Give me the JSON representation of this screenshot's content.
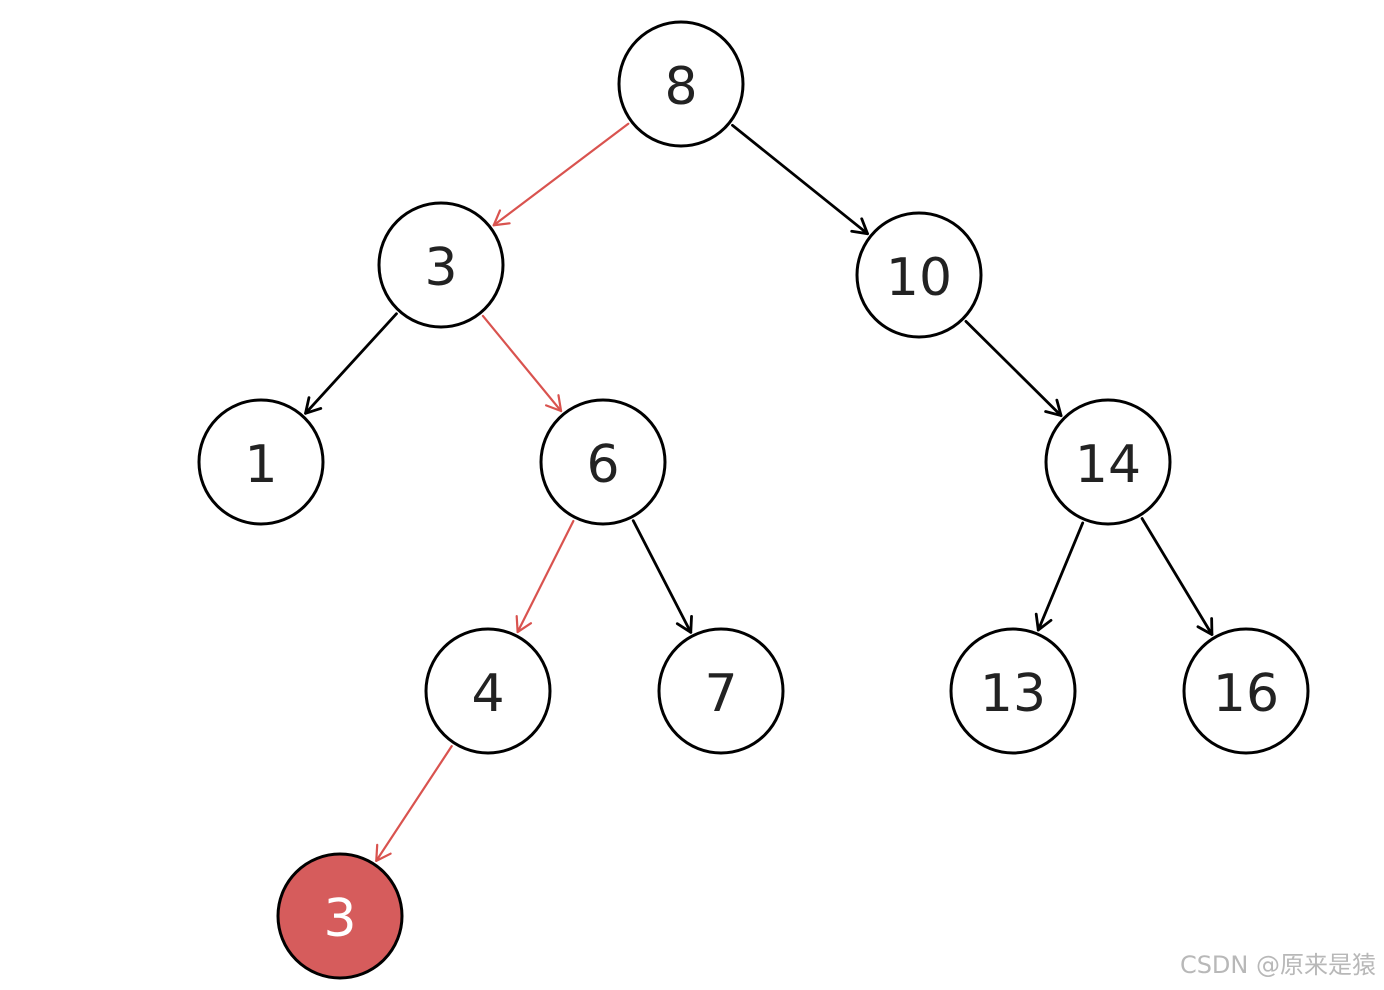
{
  "colors": {
    "node_fill": "#ffffff",
    "node_stroke": "#000000",
    "text": "#222222",
    "edge": "#000000",
    "highlight_edge": "#d9534f",
    "highlight_fill": "#d65c5c",
    "highlight_text": "#ffffff",
    "watermark": "#b8b8b8"
  },
  "tree": {
    "nodes": [
      {
        "id": "n8",
        "label": "8"
      },
      {
        "id": "n3",
        "label": "3"
      },
      {
        "id": "n10",
        "label": "10"
      },
      {
        "id": "n1",
        "label": "1"
      },
      {
        "id": "n6",
        "label": "6"
      },
      {
        "id": "n14",
        "label": "14"
      },
      {
        "id": "n4",
        "label": "4"
      },
      {
        "id": "n7",
        "label": "7"
      },
      {
        "id": "n13",
        "label": "13"
      },
      {
        "id": "n16",
        "label": "16"
      },
      {
        "id": "nnew",
        "label": "3",
        "highlight": true
      }
    ],
    "edges": [
      {
        "from": "n8",
        "to": "n3",
        "highlight": true
      },
      {
        "from": "n8",
        "to": "n10",
        "highlight": false
      },
      {
        "from": "n3",
        "to": "n1",
        "highlight": false
      },
      {
        "from": "n3",
        "to": "n6",
        "highlight": true
      },
      {
        "from": "n10",
        "to": "n14",
        "highlight": false
      },
      {
        "from": "n6",
        "to": "n4",
        "highlight": true
      },
      {
        "from": "n6",
        "to": "n7",
        "highlight": false
      },
      {
        "from": "n14",
        "to": "n13",
        "highlight": false
      },
      {
        "from": "n14",
        "to": "n16",
        "highlight": false
      },
      {
        "from": "n4",
        "to": "nnew",
        "highlight": true
      }
    ]
  },
  "watermark": {
    "text": "CSDN @原来是猿"
  }
}
